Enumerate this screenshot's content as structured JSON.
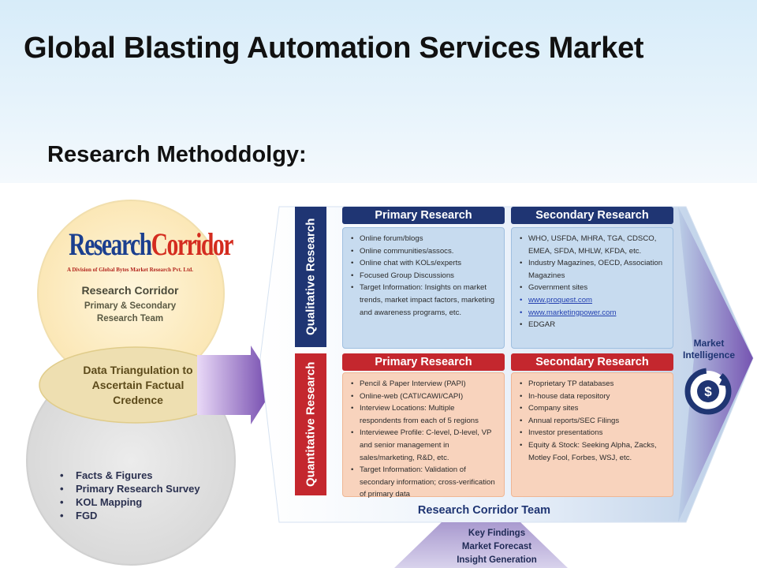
{
  "slide": {
    "title": "Global Blasting Automation Services Market",
    "subtitle": "Research Methoddolgy:"
  },
  "left_panel": {
    "logo_word1": "Research",
    "logo_word2": "Corridor",
    "logo_tagline": "A Division of Global Bytes Market Research Pvt. Ltd.",
    "name": "Research Corridor",
    "team": [
      "Primary & Secondary",
      "Research Team"
    ],
    "triangulation": [
      "Data Triangulation to",
      "Ascertain Factual",
      "Credence"
    ],
    "bullets": [
      "Facts & Figures",
      "Primary Research Survey",
      "KOL Mapping",
      "FGD"
    ]
  },
  "qualitative": {
    "label": "Qualitative Research",
    "primary": {
      "title": "Primary Research",
      "items": [
        "Online forum/blogs",
        "Online communities/assocs.",
        "Online chat with KOLs/experts",
        "Focused Group Discussions",
        "Target Information: Insights on market trends, market impact factors, marketing and awareness programs, etc."
      ]
    },
    "secondary": {
      "title": "Secondary Research",
      "items": [
        "WHO, USFDA, MHRA, TGA, CDSCO, EMEA, SFDA, MHLW, KFDA, etc.",
        "Industry Magazines, OECD, Association Magazines",
        "Government sites",
        "www.proquest.com",
        "www.marketingpower.com",
        "EDGAR"
      ]
    }
  },
  "quantitative": {
    "label": "Quantitative Research",
    "primary": {
      "title": "Primary Research",
      "items": [
        "Pencil & Paper Interview (PAPI)",
        "Online-web (CATI/CAWI/CAPI)",
        "Interview Locations: Multiple respondents from each of 5 regions",
        "Interviewee Profile: C-level, D-level, VP and senior management in sales/marketing, R&D, etc.",
        "Target Information: Validation of secondary information; cross-verification of primary data"
      ]
    },
    "secondary": {
      "title": "Secondary Research",
      "items": [
        "Proprietary TP databases",
        "In-house data repository",
        "Company sites",
        "Annual reports/SEC Filings",
        "Investor presentations",
        "Equity & Stock: Seeking Alpha, Zacks, Motley Fool, Forbes, WSJ, etc."
      ]
    }
  },
  "team_bar": "Research Corridor Team",
  "outputs": [
    "Key Findings",
    "Market Forecast",
    "Insight Generation"
  ],
  "market_intelligence": [
    "Market",
    "Intelligence"
  ],
  "colors": {
    "navy": "#1f3573",
    "red": "#c4272e",
    "blue_box": "#c7dbef",
    "peach_box": "#f8d3bd",
    "purple_arrow": "#6a3fa8"
  }
}
